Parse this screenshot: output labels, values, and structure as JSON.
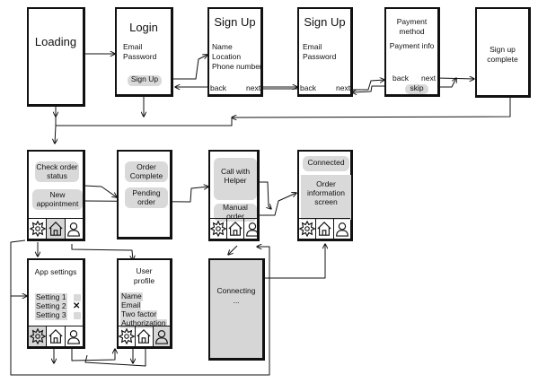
{
  "colors": {
    "stroke": "#111111",
    "pill": "#d9d9d9",
    "filled": "#d6d6d6",
    "background": "#ffffff"
  },
  "screens": {
    "loading": {
      "title": "Loading"
    },
    "login": {
      "title": "Login",
      "fields": [
        "Email",
        "Password"
      ],
      "signup_button": "Sign Up"
    },
    "signup1": {
      "title": "Sign Up",
      "fields": [
        "Name",
        "Location",
        "Phone number"
      ],
      "back": "back",
      "next": "next"
    },
    "signup2": {
      "title": "Sign Up",
      "fields": [
        "Email",
        "Password"
      ],
      "back": "back",
      "next": "next"
    },
    "payment": {
      "title_line1": "Payment",
      "title_line2": "method",
      "info": "Payment info",
      "back": "back",
      "next": "next",
      "skip": "skip"
    },
    "signup_complete": {
      "line1": "Sign up",
      "line2": "complete"
    },
    "home": {
      "check_order_line1": "Check order",
      "check_order_line2": "status",
      "new_appt_line1": "New",
      "new_appt_line2": "appointment"
    },
    "orders": {
      "complete_line1": "Order",
      "complete_line2": "Complete",
      "pending_line1": "Pending",
      "pending_line2": "order"
    },
    "appointment": {
      "call_line1": "Call with",
      "call_line2": "Helper",
      "manual_line1": "Manual",
      "manual_line2": "order"
    },
    "connected": {
      "badge": "Connected",
      "info_line1": "Order",
      "info_line2": "information",
      "info_line3": "screen"
    },
    "connecting": {
      "line1": "Connecting",
      "line2": "..."
    },
    "app_settings": {
      "title": "App settings",
      "items": [
        "Setting 1",
        "Setting 2",
        "Setting 3"
      ],
      "checked_mark": "✕"
    },
    "user_profile": {
      "title_line1": "User",
      "title_line2": "profile",
      "items": [
        "Name",
        "Email",
        "Two factor",
        "Authorization"
      ]
    }
  },
  "navbar": {
    "icons": [
      "settings-icon",
      "home-icon",
      "profile-icon"
    ]
  }
}
